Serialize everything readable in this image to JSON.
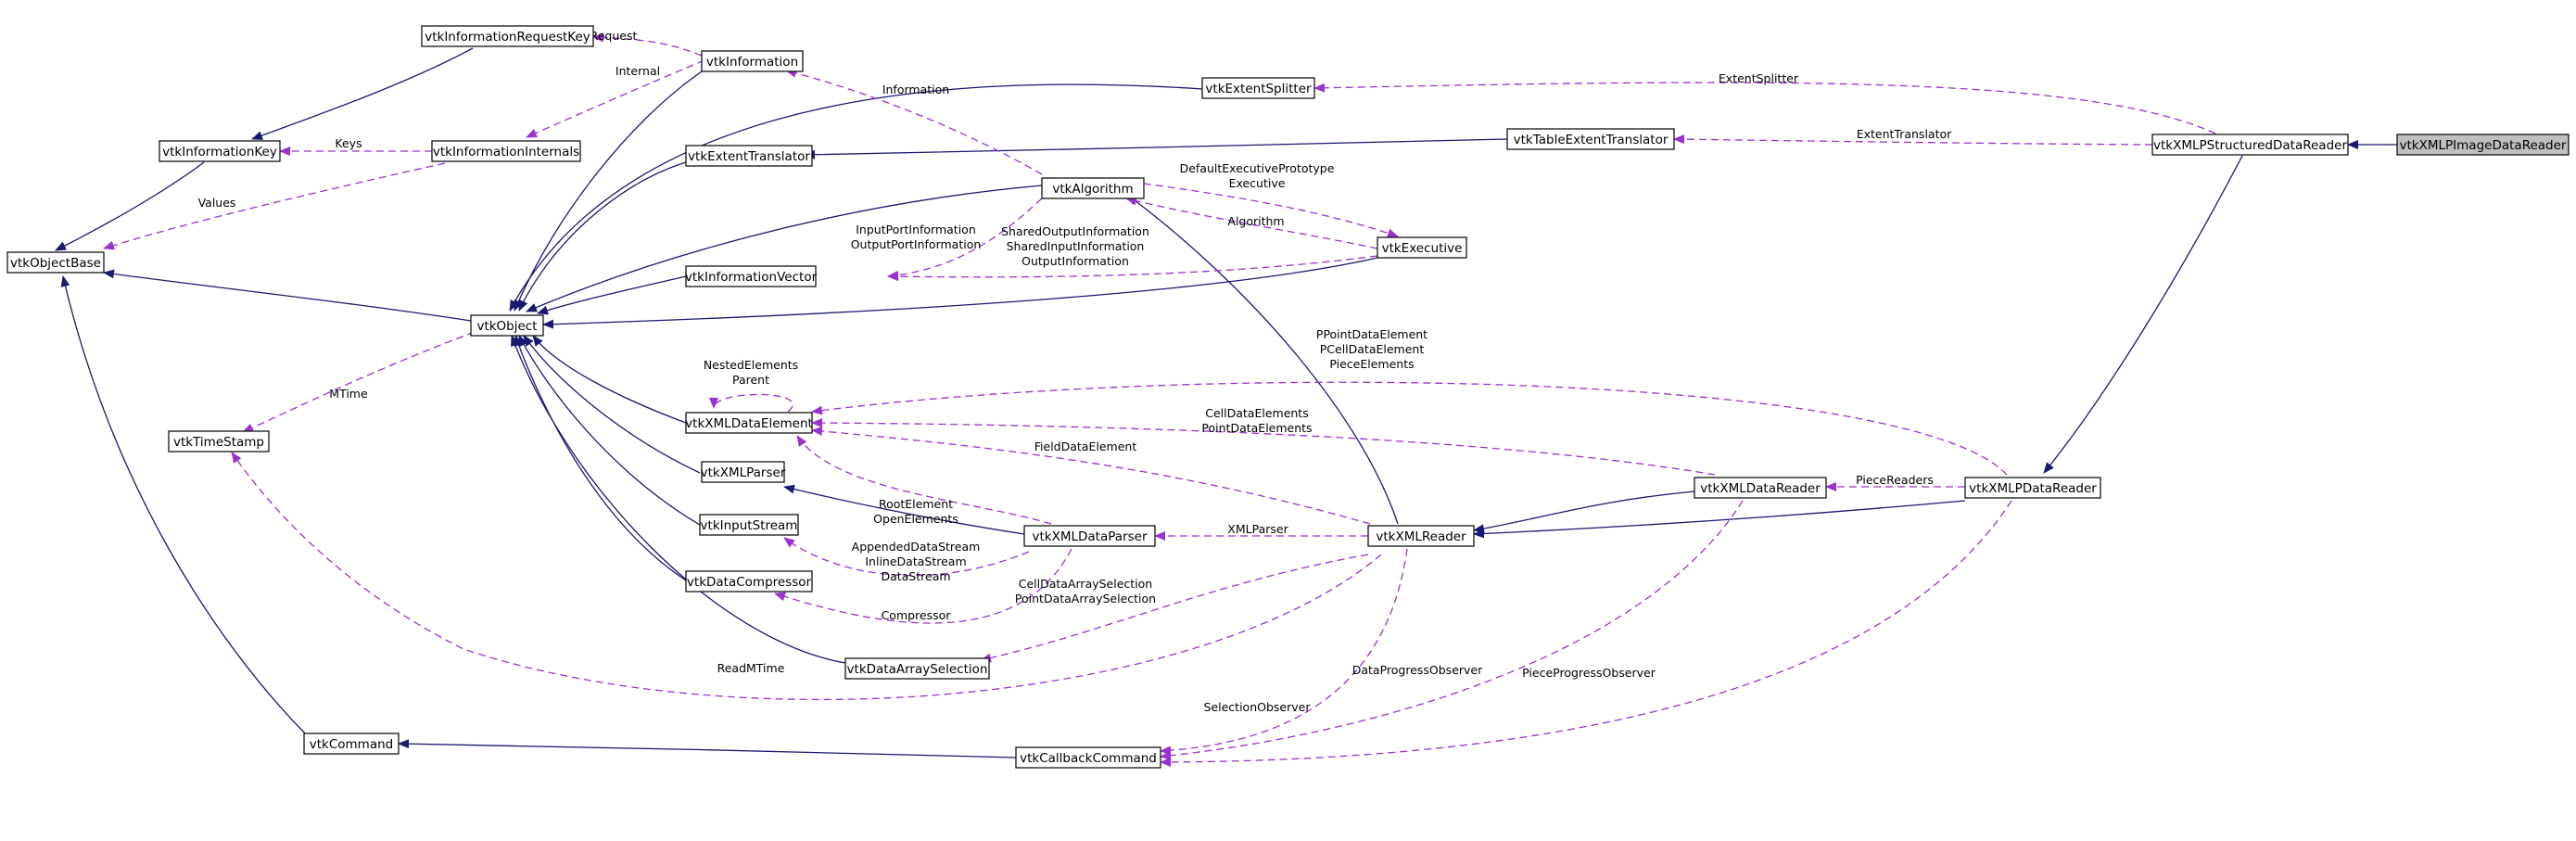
{
  "diagram": {
    "type": "collaboration-graph",
    "colors": {
      "inheritance": "#191970",
      "usage": "#9a32cd",
      "highlight_fill": "#bfbfbf",
      "node_border": "#000000"
    },
    "nodes": [
      {
        "id": "vtkXMLPImageDataReader",
        "label": "vtkXMLPImageDataReader",
        "highlight": true
      },
      {
        "id": "vtkXMLPStructuredDataReader",
        "label": "vtkXMLPStructuredDataReader"
      },
      {
        "id": "vtkExtentSplitter",
        "label": "vtkExtentSplitter"
      },
      {
        "id": "vtkTableExtentTranslator",
        "label": "vtkTableExtentTranslator"
      },
      {
        "id": "vtkInformationRequestKey",
        "label": "vtkInformationRequestKey"
      },
      {
        "id": "vtkInformation",
        "label": "vtkInformation"
      },
      {
        "id": "vtkInformationKey",
        "label": "vtkInformationKey"
      },
      {
        "id": "vtkInformationInternals",
        "label": "vtkInformationInternals"
      },
      {
        "id": "vtkObjectBase",
        "label": "vtkObjectBase"
      },
      {
        "id": "vtkExtentTranslator",
        "label": "vtkExtentTranslator"
      },
      {
        "id": "vtkAlgorithm",
        "label": "vtkAlgorithm"
      },
      {
        "id": "vtkExecutive",
        "label": "vtkExecutive"
      },
      {
        "id": "vtkInformationVector",
        "label": "vtkInformationVector"
      },
      {
        "id": "vtkObject",
        "label": "vtkObject"
      },
      {
        "id": "vtkTimeStamp",
        "label": "vtkTimeStamp"
      },
      {
        "id": "vtkXMLDataElement",
        "label": "vtkXMLDataElement"
      },
      {
        "id": "vtkXMLParser",
        "label": "vtkXMLParser"
      },
      {
        "id": "vtkInputStream",
        "label": "vtkInputStream"
      },
      {
        "id": "vtkDataCompressor",
        "label": "vtkDataCompressor"
      },
      {
        "id": "vtkXMLDataParser",
        "label": "vtkXMLDataParser"
      },
      {
        "id": "vtkXMLReader",
        "label": "vtkXMLReader"
      },
      {
        "id": "vtkXMLDataReader",
        "label": "vtkXMLDataReader"
      },
      {
        "id": "vtkXMLPDataReader",
        "label": "vtkXMLPDataReader"
      },
      {
        "id": "vtkDataArraySelection",
        "label": "vtkDataArraySelection"
      },
      {
        "id": "vtkCommand",
        "label": "vtkCommand"
      },
      {
        "id": "vtkCallbackCommand",
        "label": "vtkCallbackCommand"
      }
    ],
    "edge_labels": [
      {
        "id": "request",
        "lines": [
          "Request"
        ]
      },
      {
        "id": "internal",
        "lines": [
          "Internal"
        ]
      },
      {
        "id": "keys",
        "lines": [
          "Keys"
        ]
      },
      {
        "id": "values",
        "lines": [
          "Values"
        ]
      },
      {
        "id": "information",
        "lines": [
          "Information"
        ]
      },
      {
        "id": "extent-splitter",
        "lines": [
          "ExtentSplitter"
        ]
      },
      {
        "id": "extent-translator",
        "lines": [
          "ExtentTranslator"
        ]
      },
      {
        "id": "executive",
        "lines": [
          "DefaultExecutivePrototype",
          "Executive"
        ]
      },
      {
        "id": "algorithm",
        "lines": [
          "Algorithm"
        ]
      },
      {
        "id": "port-info",
        "lines": [
          "InputPortInformation",
          "OutputPortInformation"
        ]
      },
      {
        "id": "shared-info",
        "lines": [
          "SharedOutputInformation",
          "SharedInputInformation",
          "OutputInformation"
        ]
      },
      {
        "id": "mtime",
        "lines": [
          "MTime"
        ]
      },
      {
        "id": "nested",
        "lines": [
          "NestedElements",
          "Parent"
        ]
      },
      {
        "id": "ppoint",
        "lines": [
          "PPointDataElement",
          "PCellDataElement",
          "PieceElements"
        ]
      },
      {
        "id": "celldata",
        "lines": [
          "CellDataElements",
          "PointDataElements"
        ]
      },
      {
        "id": "fielddata",
        "lines": [
          "FieldDataElement"
        ]
      },
      {
        "id": "root",
        "lines": [
          "RootElement",
          "OpenElements"
        ]
      },
      {
        "id": "piece-readers",
        "lines": [
          "PieceReaders"
        ]
      },
      {
        "id": "xmlparser",
        "lines": [
          "XMLParser"
        ]
      },
      {
        "id": "appended",
        "lines": [
          "AppendedDataStream",
          "InlineDataStream",
          "DataStream"
        ]
      },
      {
        "id": "compressor",
        "lines": [
          "Compressor"
        ]
      },
      {
        "id": "selection",
        "lines": [
          "CellDataArraySelection",
          "PointDataArraySelection"
        ]
      },
      {
        "id": "readmtime",
        "lines": [
          "ReadMTime"
        ]
      },
      {
        "id": "dataprogress",
        "lines": [
          "DataProgressObserver"
        ]
      },
      {
        "id": "pieceprogress",
        "lines": [
          "PieceProgressObserver"
        ]
      },
      {
        "id": "selobs",
        "lines": [
          "SelectionObserver"
        ]
      }
    ]
  }
}
